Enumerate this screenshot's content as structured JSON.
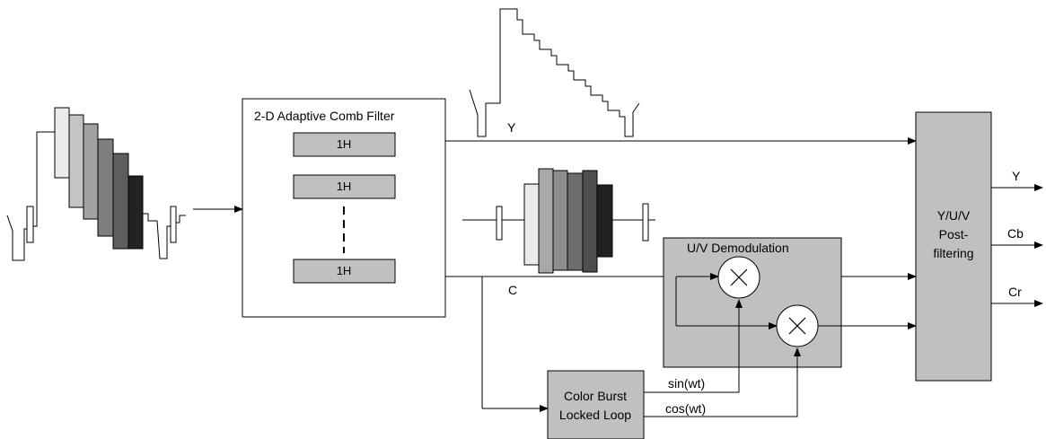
{
  "comb_filter": {
    "title": "2-D Adaptive Comb Filter",
    "delay_lines": [
      "1H",
      "1H",
      "1H"
    ]
  },
  "uv_demod": {
    "title": "U/V Demodulation"
  },
  "color_burst": {
    "line1": "Color Burst",
    "line2": "Locked Loop"
  },
  "post_filter": {
    "line1": "Y/U/V",
    "line2": "Post-",
    "line3": "filtering"
  },
  "signals": {
    "y_in": "Y",
    "c": "C",
    "sin": "sin(wt)",
    "cos": "cos(wt)",
    "y_out": "Y",
    "cb_out": "Cb",
    "cr_out": "Cr"
  },
  "colors": {
    "block_fill": "#c0c0c0",
    "line": "#000000",
    "bar_shades": [
      "#e8e8e8",
      "#bdbdbd",
      "#9a9a9a",
      "#7a7a7a",
      "#5a5a5a",
      "#262626"
    ]
  }
}
